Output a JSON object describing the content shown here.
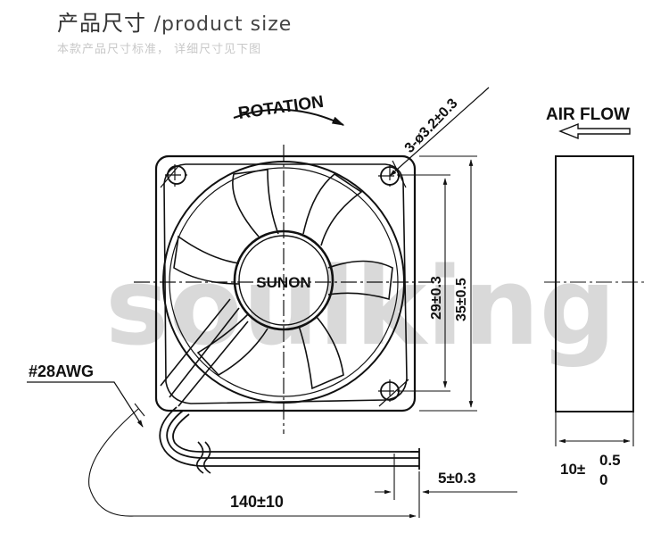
{
  "header": {
    "title_cn": "产品尺寸",
    "title_en": "/product size",
    "subtitle": "本款产品尺寸标准， 详细尺寸见下图"
  },
  "watermark": "soulking",
  "diagram": {
    "rotation_label": "ROTATION",
    "airflow_label": "AIR FLOW",
    "hole_label": "3-ø3.2±0.3",
    "hub_label": "SUNON",
    "dim_inner": "29±0.3",
    "dim_outer": "35±0.5",
    "wire_label": "#28AWG",
    "strip_label": "5±0.3",
    "wire_length": "140±10",
    "thickness_base": "10±",
    "thickness_upper": "0.5",
    "thickness_lower": "0"
  },
  "colors": {
    "line": "#111111",
    "watermark": "#d9d9d9"
  }
}
